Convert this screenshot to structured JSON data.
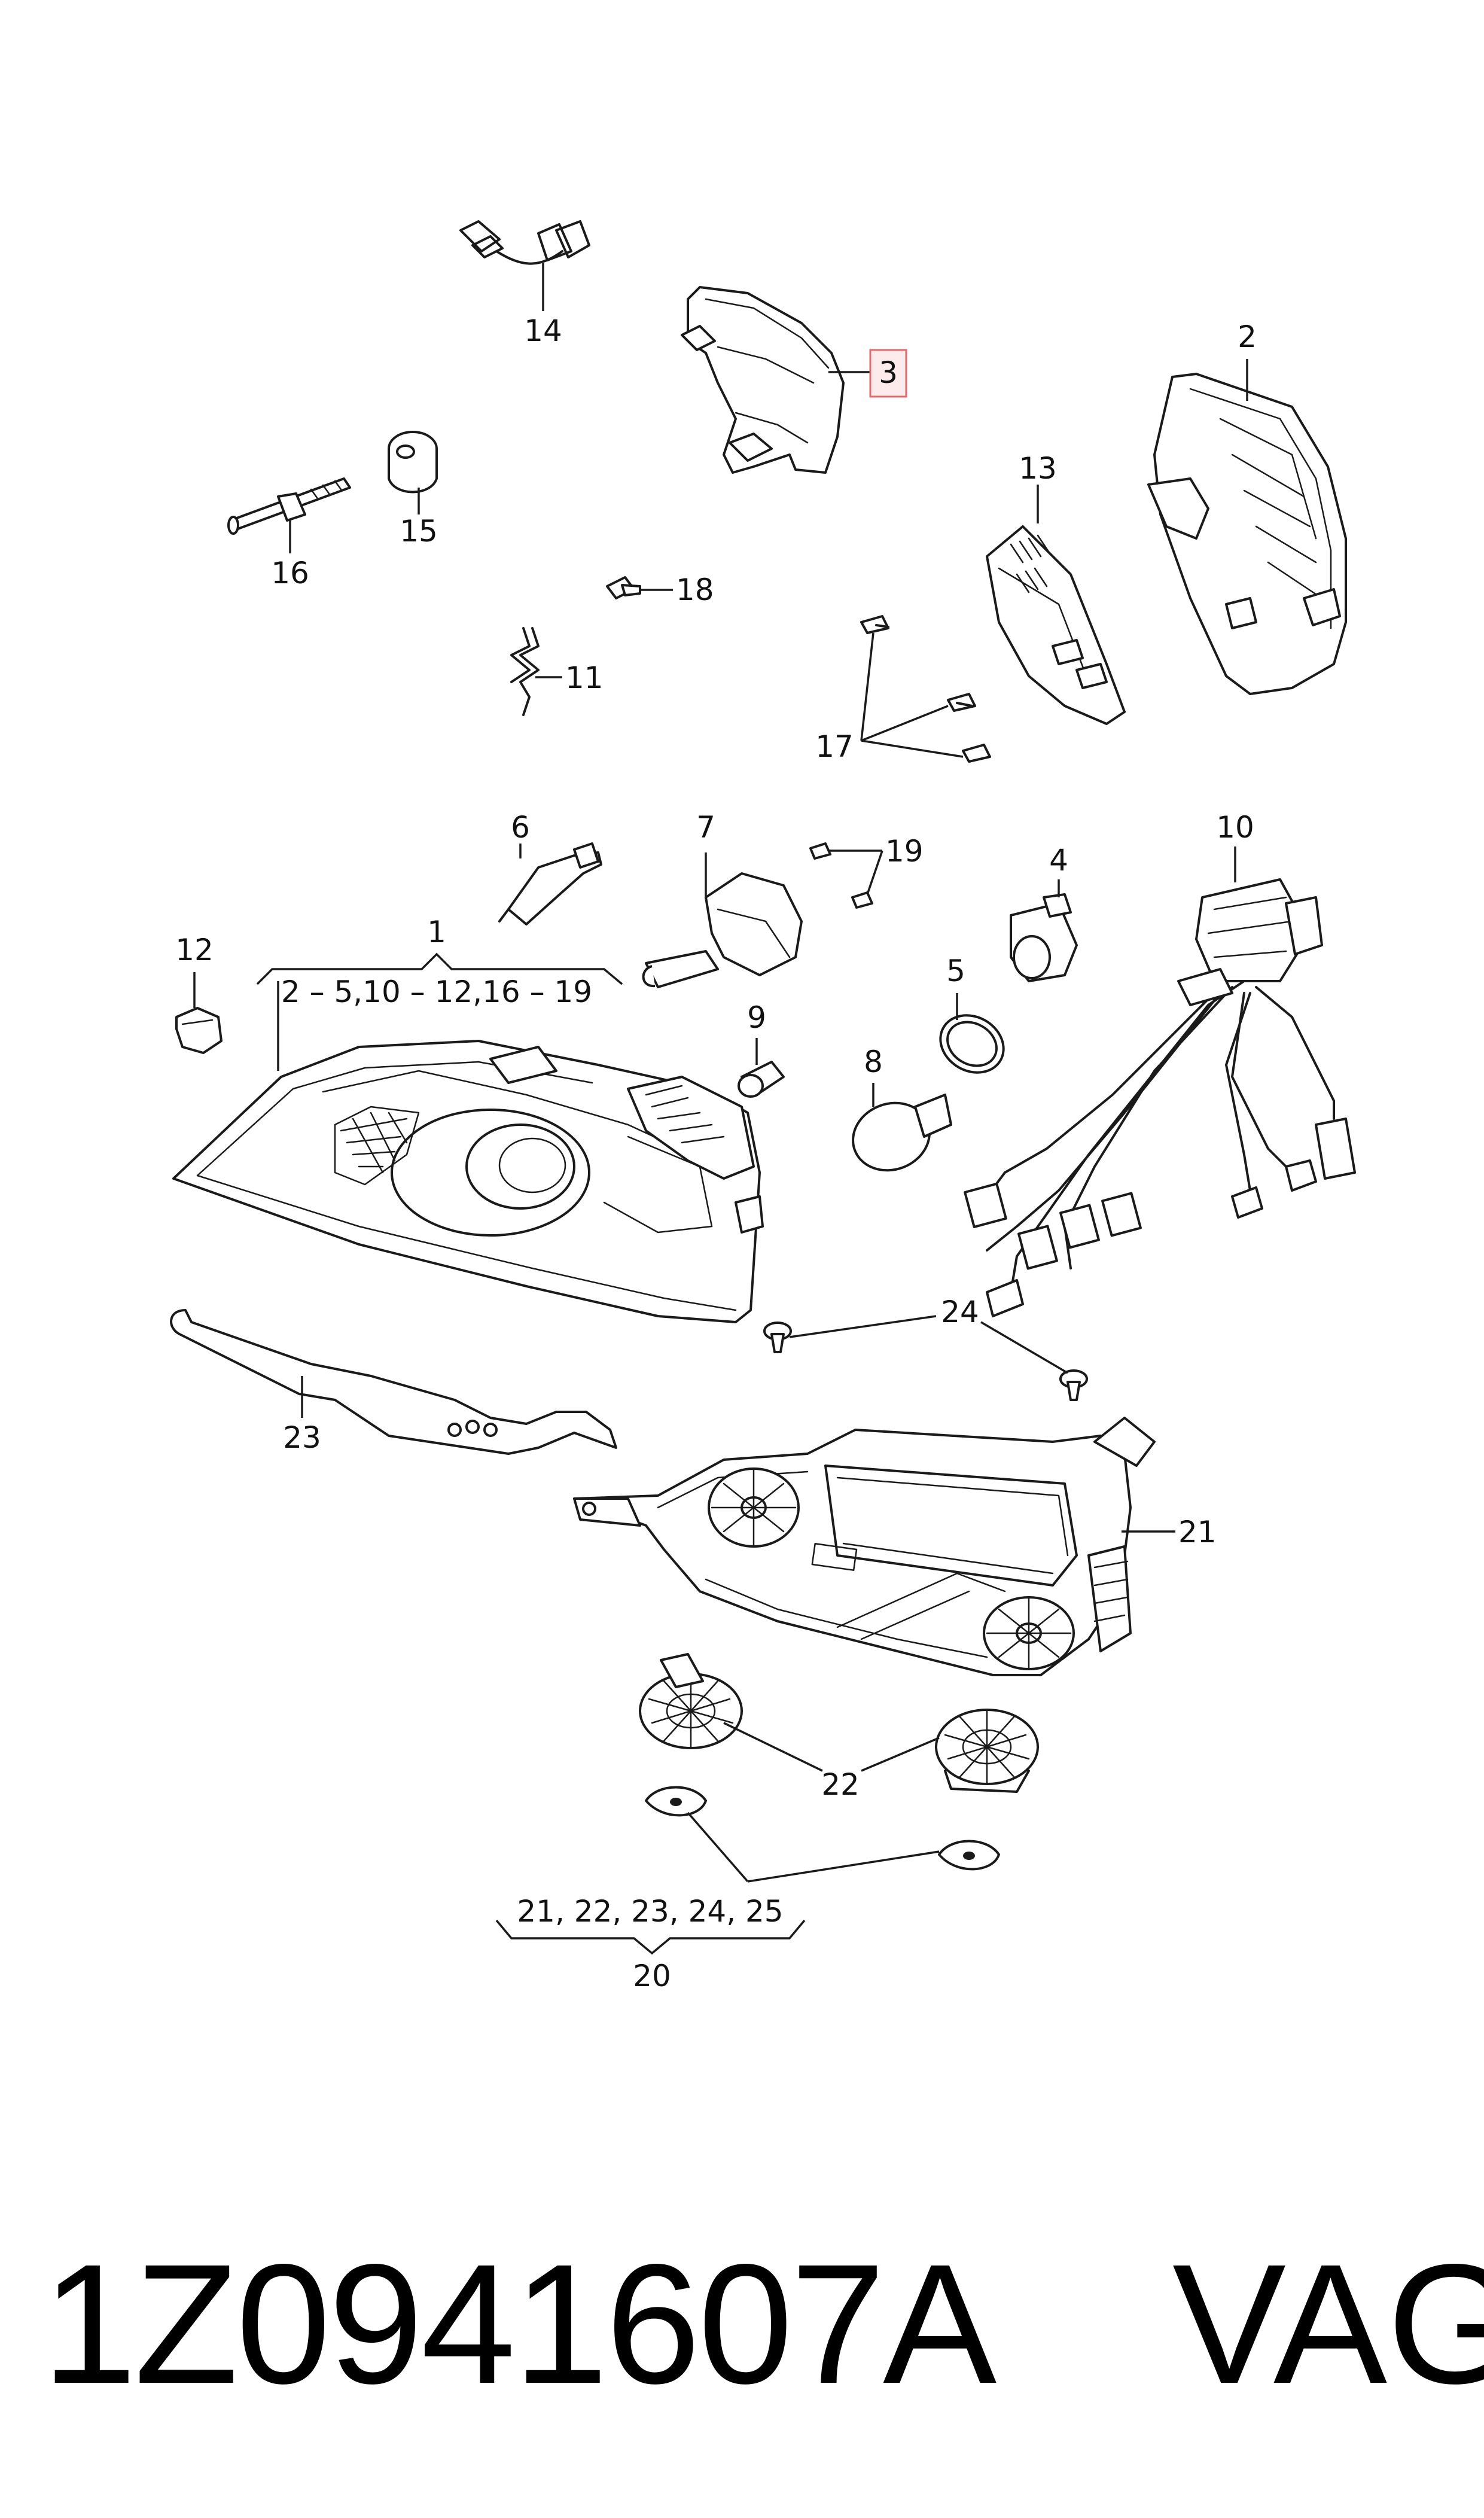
{
  "callouts": {
    "c1": "1",
    "c1_range": "2 – 5,10 – 12,16 – 19",
    "c2": "2",
    "c3": "3",
    "c4": "4",
    "c5": "5",
    "c6": "6",
    "c7": "7",
    "c8": "8",
    "c9": "9",
    "c10": "10",
    "c11": "11",
    "c12": "12",
    "c13": "13",
    "c14": "14",
    "c15": "15",
    "c16": "16",
    "c17": "17",
    "c18": "18",
    "c19": "19",
    "c20": "20",
    "c20_range": "21, 22, 23, 24, 25",
    "c21": "21",
    "c22": "22",
    "c23": "23",
    "c24": "24"
  },
  "highlight": {
    "part": "3",
    "color": "#e06a6a",
    "fill": "#fdeaea"
  },
  "part_number": "1Z0941607A",
  "brand": "VAG"
}
